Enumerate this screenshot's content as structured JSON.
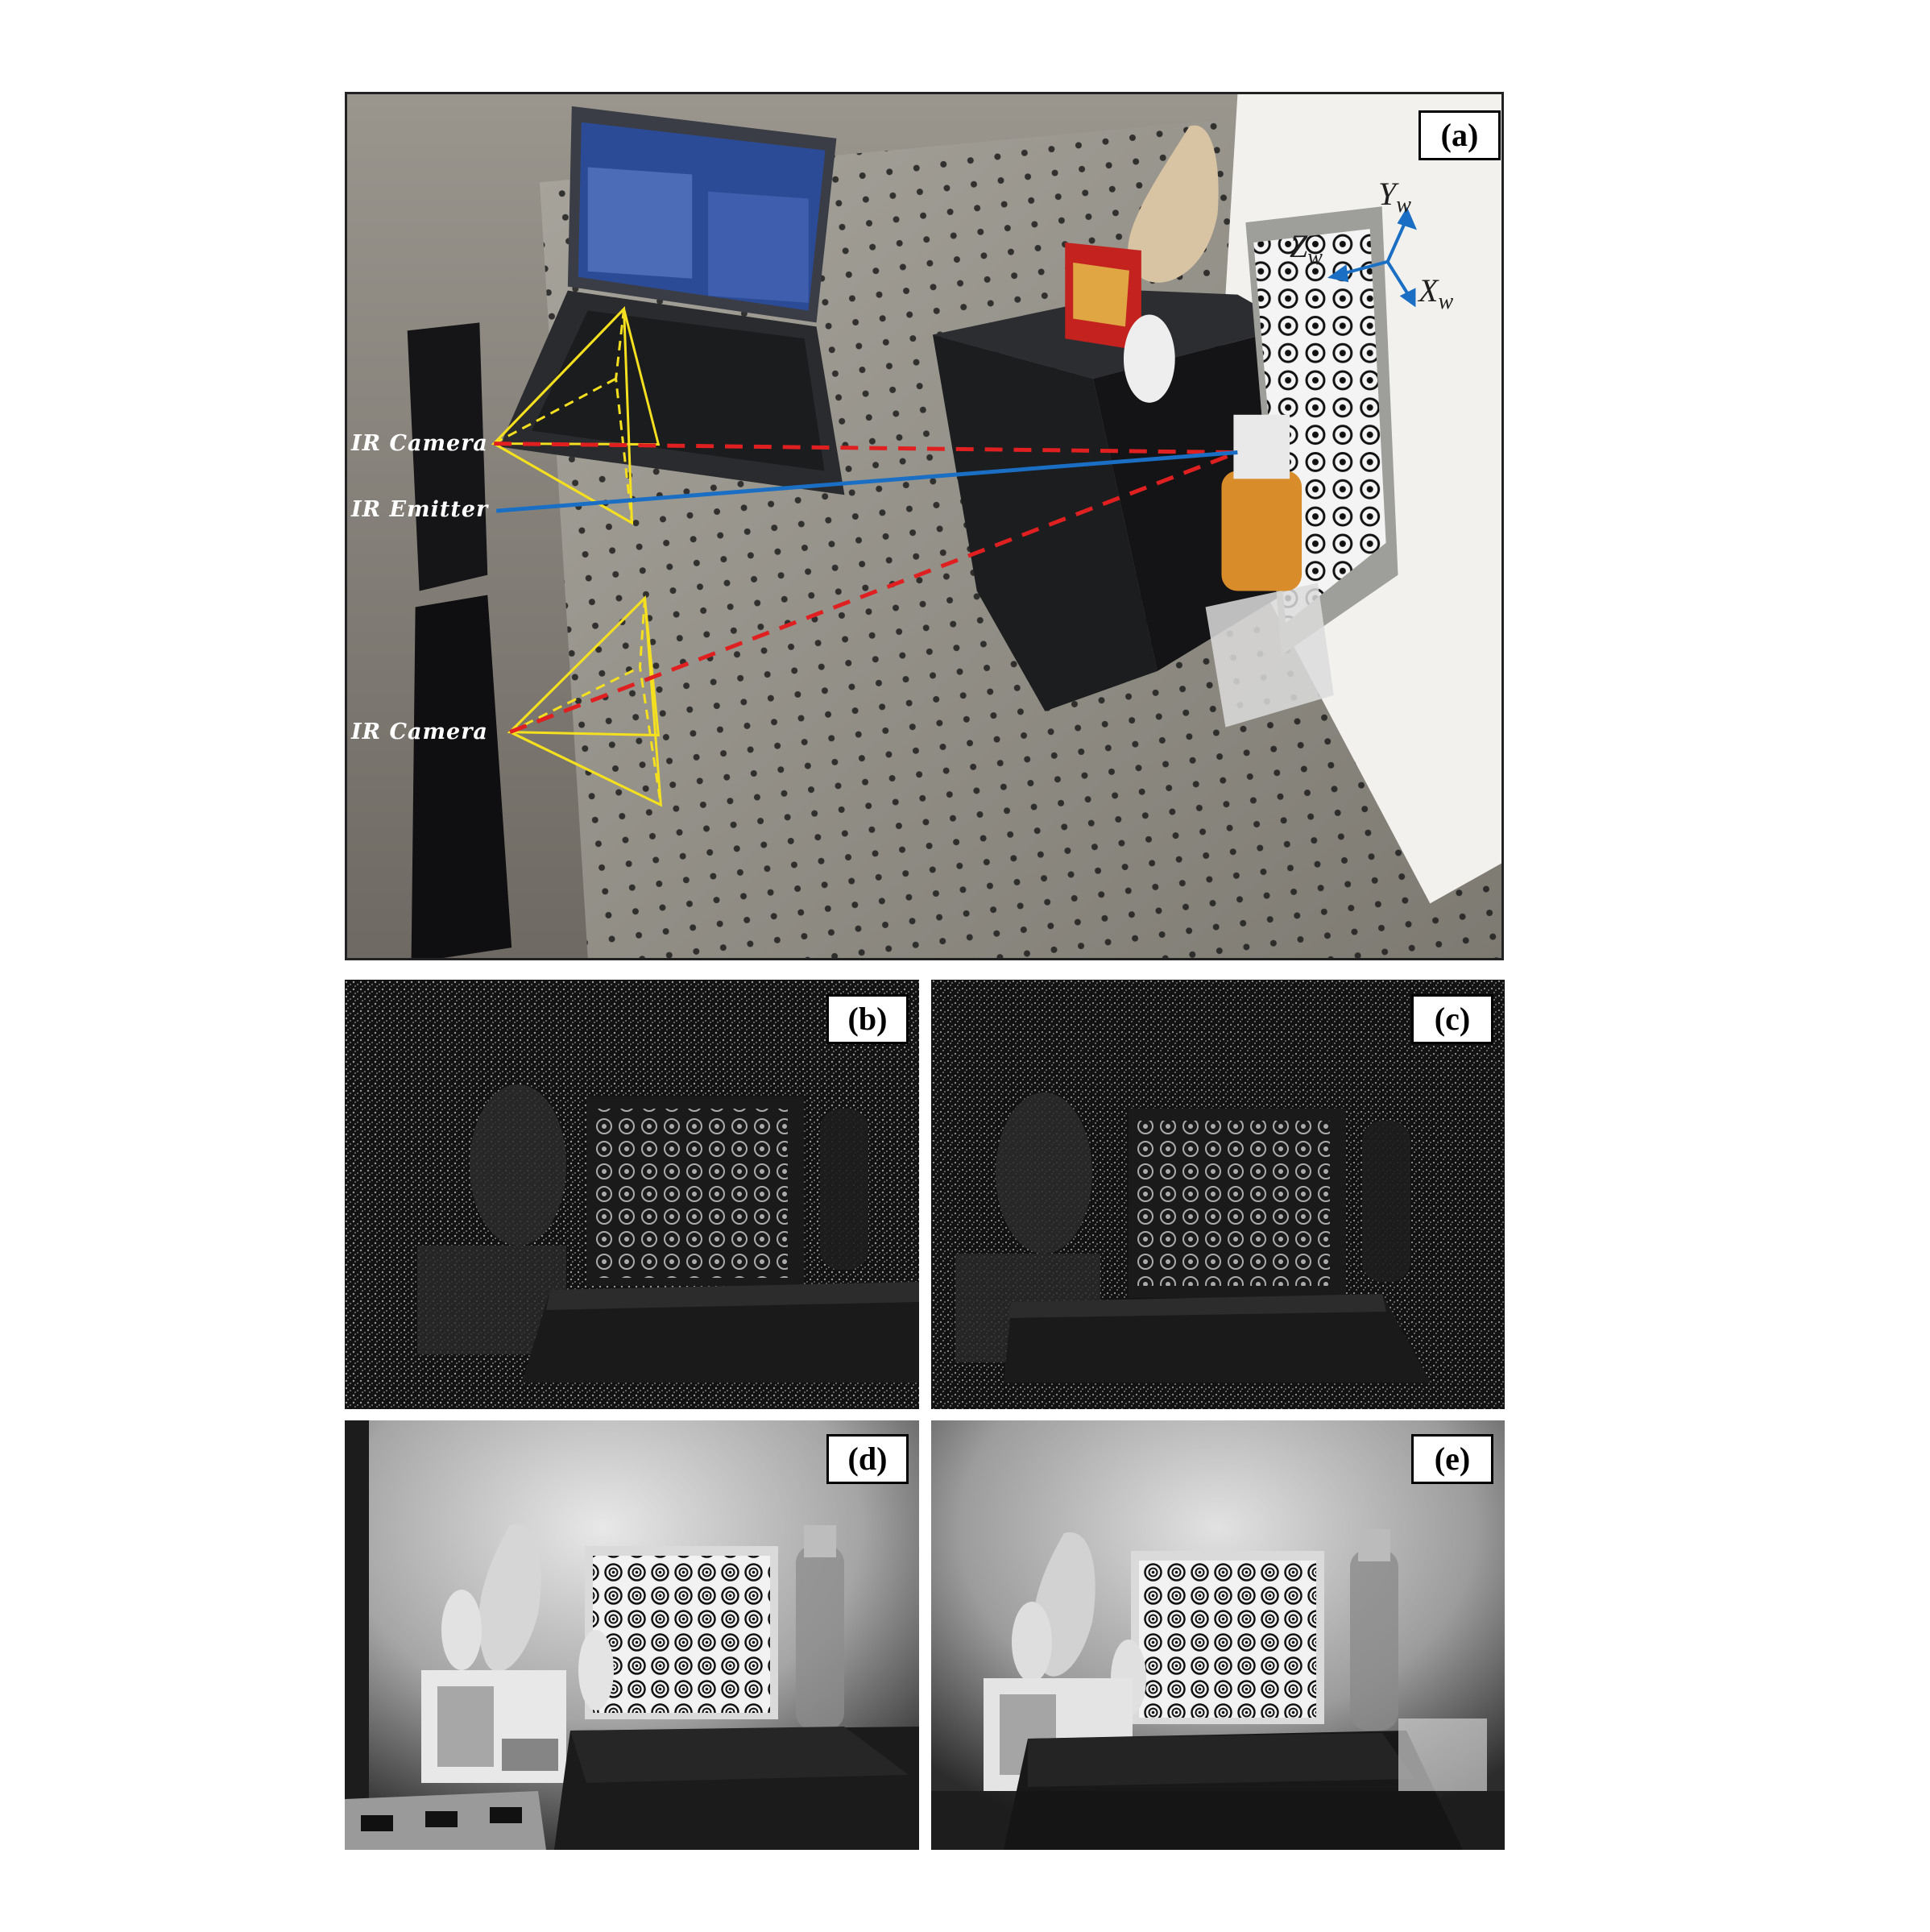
{
  "figure": {
    "panels": [
      {
        "id": "a",
        "label": "(a)",
        "content": "camera-setup-photo"
      },
      {
        "id": "b",
        "label": "(b)",
        "content": "ir-speckle-left"
      },
      {
        "id": "c",
        "label": "(c)",
        "content": "ir-speckle-right"
      },
      {
        "id": "d",
        "label": "(d)",
        "content": "ir-flood-left"
      },
      {
        "id": "e",
        "label": "(e)",
        "content": "ir-flood-right"
      }
    ],
    "annotations": {
      "ir_camera_top": "IR Camera",
      "ir_emitter": "IR Emitter",
      "ir_camera_bottom": "IR Camera"
    },
    "axes": {
      "y_base": "Y",
      "y_sub": "w",
      "z_base": "Z",
      "z_sub": "w",
      "x_base": "X",
      "x_sub": "w"
    },
    "colors": {
      "frustum": "#f5e020",
      "ray_dashed": "#e02020",
      "ray_emitter": "#1a6fc4",
      "axis_arrows": "#1a6fc4"
    }
  }
}
